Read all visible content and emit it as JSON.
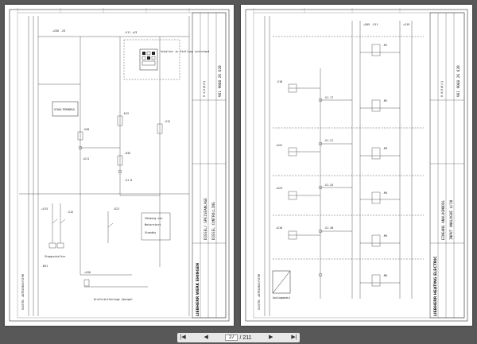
{
  "viewer": {
    "current_page": "27",
    "separator": "/",
    "total_pages": "211",
    "first_icon": "first-page-icon",
    "prev_icon": "previous-page-icon",
    "next_icon": "next-page-icon",
    "last_icon": "last-page-icon"
  },
  "left_sheet": {
    "vertical_title": "LIEBHERR WERK EHINGEN",
    "vertical_subtitle_1": "DIESEL/ SPEISEANLAGE",
    "vertical_subtitle_2": "DIESEL CONTROLLING",
    "vertical_id": "961 9088 26 620",
    "sheet_code": "8 4(3)8(9)",
    "component_label": "SCHALTERMODUL",
    "keypad_caption": "Schalter in Stellung Leitstand",
    "note_text": "Kraftstoffanlage Spiegel",
    "side_rail": "ELEKTR. ANTRIEBSSYSTEM"
  },
  "right_sheet": {
    "vertical_title": "LIEBHERR HEATING ELECTRIC",
    "vertical_subtitle_1": "EINGANG ANALOGMODUL",
    "vertical_subtitle_2": "INPUT ANALOGUE 4/20",
    "vertical_id": "961 9088 26 620",
    "sheet_code": "8 6(5)8(1)",
    "module_label": "Analogmodul",
    "side_rail": "ELEKTR. ANTRIEBSSYSTEM"
  }
}
